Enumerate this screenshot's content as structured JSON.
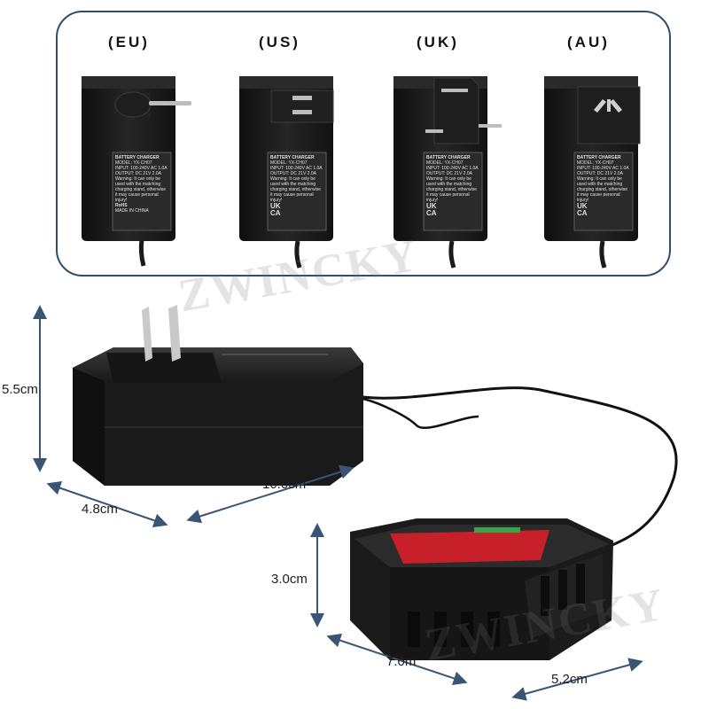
{
  "regions": [
    {
      "label": "(EU)"
    },
    {
      "label": "(US)"
    },
    {
      "label": "(UK)"
    },
    {
      "label": "(AU)"
    }
  ],
  "label_card": {
    "title": "BATTERY CHARGER",
    "model": "MODEL: YX-CH07",
    "input": "INPUT: 100-240V AC 1.0A",
    "output": "OUTPUT: DC 21V 2.0A",
    "warning": "Warning: It can only be used with the matching charging stand, otherwise it may cause personal injury!",
    "marks_uk": "UK",
    "marks_ca": "CA",
    "rohs": "RoHS",
    "made_in": "MADE IN CHINA"
  },
  "dimensions": {
    "adapter_height": "5.5cm",
    "adapter_depth": "4.8cm",
    "adapter_length": "10.0cm",
    "base_height": "3.0cm",
    "base_length": "7.0m",
    "base_width": "5.2cm"
  },
  "watermark": "ZWINCKY",
  "colors": {
    "frame": "#2f4e6c",
    "arrow": "#3a5574",
    "body": "#1c1c1c",
    "accent_red": "#c8202a",
    "accent_green": "#3aa34a"
  }
}
